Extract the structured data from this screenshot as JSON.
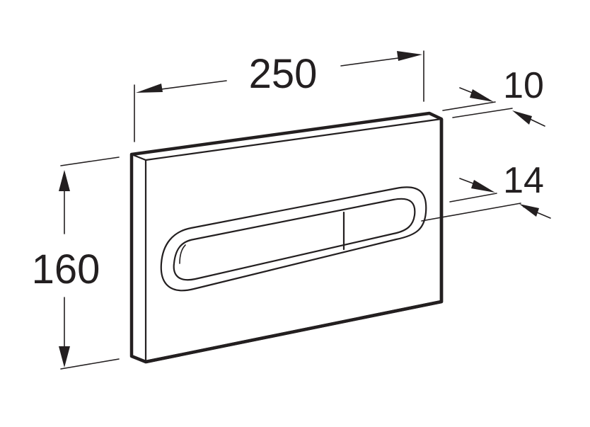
{
  "dimensions": {
    "width": {
      "label": "250"
    },
    "height": {
      "label": "160"
    },
    "plate_thickness": {
      "label": "10"
    },
    "button_projection": {
      "label": "14"
    }
  },
  "colors": {
    "line": "#231f20",
    "background": "#ffffff"
  }
}
